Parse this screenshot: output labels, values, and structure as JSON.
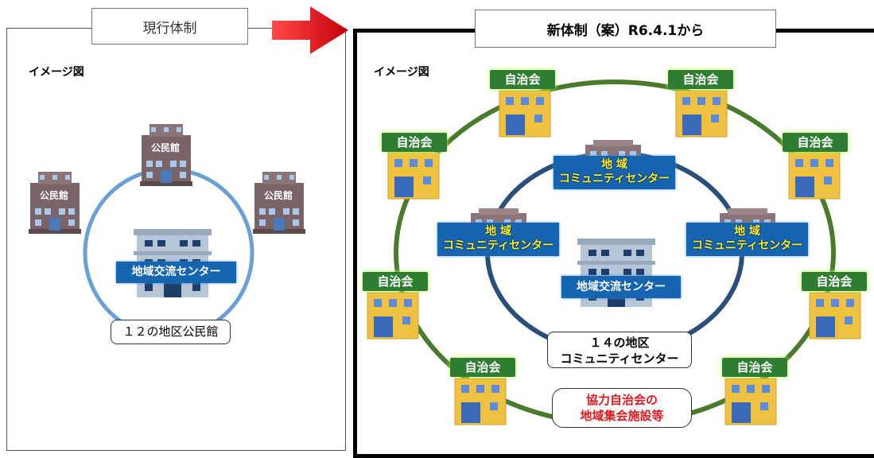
{
  "left": {
    "title": "現行体制",
    "image_label": "イメージ図",
    "hall_sign": "公民館",
    "center_label": "地域交流センター",
    "caption": "１２の地区公民館"
  },
  "right": {
    "title": "新体制（案）R6.4.1から",
    "image_label": "イメージ図",
    "assoc_label": "自治会",
    "community_line1": "地 域",
    "community_line2": "コミュニティセンター",
    "center_label": "地域交流センター",
    "caption_line1": "１４の地区",
    "caption_line2": "コミュニティセンター",
    "coop_line1": "協力自治会の",
    "coop_line2": "地域集会施設等"
  },
  "colors": {
    "arrow": "#e8141d",
    "left_circle": "#6aa0d6",
    "outer_ring": "#4a7a2c",
    "inner_ring": "#2a4f7a",
    "label_blue": "#1565b0",
    "assoc_green": "#2e7d32",
    "coop_text": "#e0191f"
  }
}
